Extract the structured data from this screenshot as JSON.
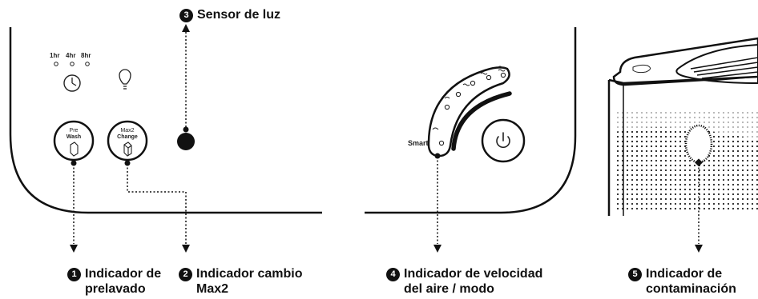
{
  "timer_labels": [
    "1hr",
    "4hr",
    "8hr"
  ],
  "prewash_button": {
    "top": "Pre",
    "bottom": "Wash"
  },
  "max2_button": {
    "top": "Max2",
    "bottom": "Change"
  },
  "smart_label": "Smart",
  "callouts": [
    {
      "num": "1",
      "line1": "Indicador de",
      "line2": "prelavado"
    },
    {
      "num": "2",
      "line1": "Indicador cambio",
      "line2": "Max2"
    },
    {
      "num": "3",
      "line1": "Sensor de luz",
      "line2": ""
    },
    {
      "num": "4",
      "line1": "Indicador de velocidad",
      "line2": "del aire / modo"
    },
    {
      "num": "5",
      "line1": "Indicador de",
      "line2": "contaminación"
    }
  ]
}
